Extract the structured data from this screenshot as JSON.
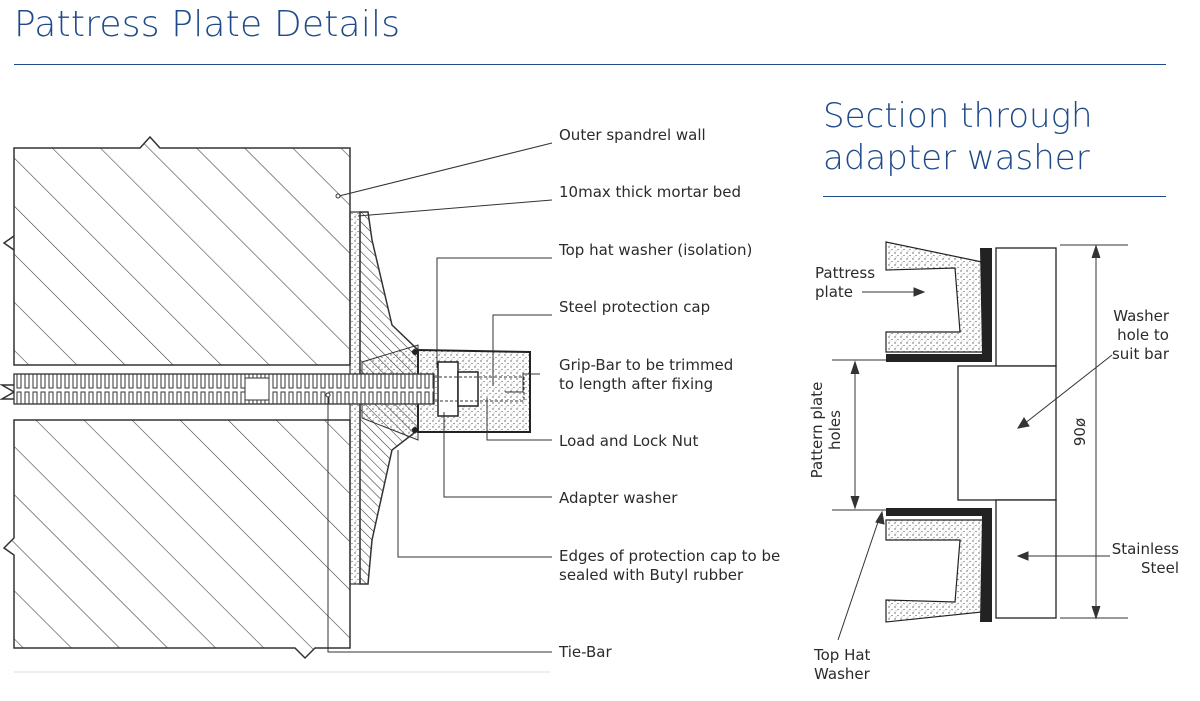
{
  "page": {
    "title": "Pattress Plate Details"
  },
  "left_diagram": {
    "labels": [
      "Outer spandrel wall",
      "10max thick mortar bed",
      "Top hat washer (isolation)",
      "Steel protection cap",
      "Grip-Bar to be trimmed",
      "to length after fixing",
      "Load and Lock Nut",
      "Adapter washer",
      "Edges of protection cap to be",
      "sealed with Butyl rubber",
      "Tie-Bar"
    ]
  },
  "right_diagram": {
    "title_line1": "Section through",
    "title_line2": "adapter washer",
    "pattress_plate_line1": "Pattress",
    "pattress_plate_line2": "plate",
    "washer_hole_line1": "Washer",
    "washer_hole_line2": "hole to",
    "washer_hole_line3": "suit bar",
    "pattern_holes_line1": "Pattern plate",
    "pattern_holes_line2": "holes",
    "dimension": "90ø",
    "stainless_line1": "Stainless",
    "stainless_line2": "Steel",
    "top_hat_line1": "Top Hat",
    "top_hat_line2": "Washer"
  }
}
